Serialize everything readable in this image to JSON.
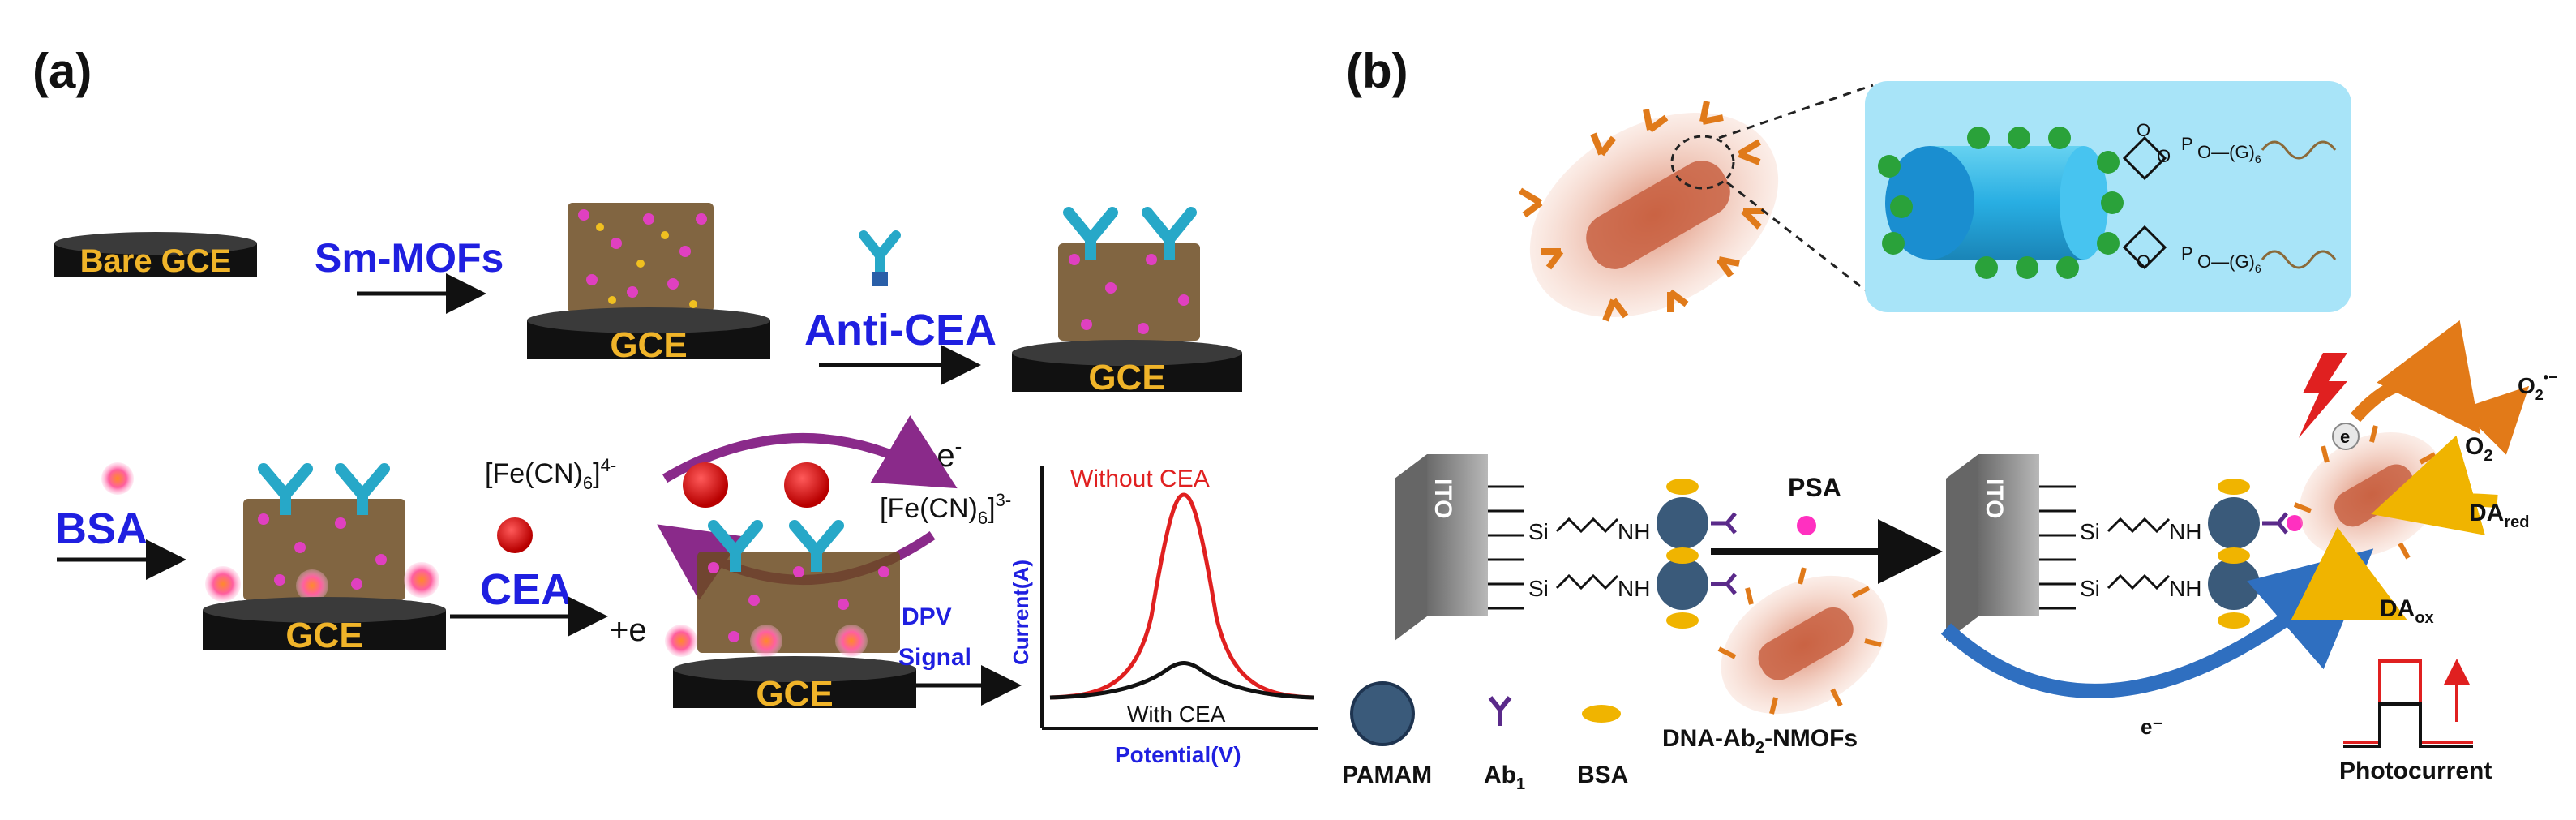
{
  "panel_a": {
    "label": "(a)",
    "bare_gce": "Bare GCE",
    "sm_mofs": "Sm-MOFs",
    "gce": "GCE",
    "anti_cea": "Anti-CEA",
    "bsa": "BSA",
    "cea": "CEA",
    "fe4": "[Fe(CN)",
    "fe4_sub": "6",
    "fe4_sup": "4-",
    "fe3": "[Fe(CN)",
    "fe3_sub": "6",
    "fe3_sup": "3-",
    "minus_e": "-e",
    "minus_e_sup": "-",
    "plus_e": "+e",
    "dpv": "DPV",
    "signal": "Signal",
    "current": "Current(A)",
    "potential": "Potential(V)",
    "without_cea": "Without CEA",
    "with_cea": "With CEA"
  },
  "panel_b": {
    "label": "(b)",
    "ito": "ITO",
    "psa": "PSA",
    "o": "O",
    "si": "Si",
    "nh": "NH",
    "p": "P",
    "g6": "O—(G)",
    "g6_sub": "6",
    "e_minus": "e⁻",
    "e_dot": "e",
    "o2": "O",
    "o2_sub": "2",
    "o2_rad": "O",
    "o2_rad_sub": "2",
    "o2_rad_sup": "•−",
    "da_red": "DA",
    "da_red_sub": "red",
    "da_ox": "DA",
    "da_ox_sub": "ox",
    "legend_pamam": "PAMAM",
    "legend_ab1": "Ab",
    "legend_ab1_sub": "1",
    "legend_bsa": "BSA",
    "legend_dna": "DNA-Ab",
    "legend_dna_sub": "2",
    "legend_dna_tail": "-NMOFs",
    "photocurrent": "Photocurrent"
  },
  "colors": {
    "blue_label": "#1f1fe0",
    "gce_text": "#f0b429",
    "red_curve": "#e02020",
    "cyan_box": "#a8e4f8",
    "antibody": "#27a8c8"
  }
}
